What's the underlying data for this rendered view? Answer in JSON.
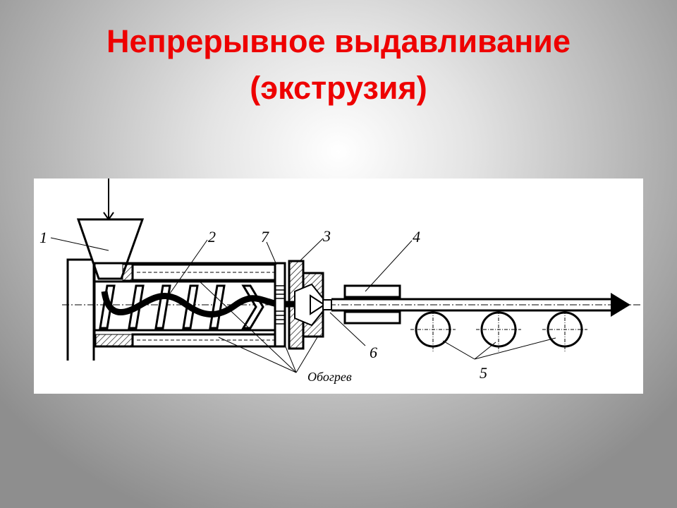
{
  "slide": {
    "title_line1": "Непрерывное выдавливание",
    "title_line2": "(экструзия)",
    "title_color": "#ee0000"
  },
  "diagram": {
    "description": "Схема экструдера: бункер, шнек в обогреваемом цилиндре, решётка, головка с фильерой, охлаждающее устройство, приёмные ролики",
    "labels": {
      "hopper": "1",
      "screw": "2",
      "head": "3",
      "cooling": "4",
      "rollers": "5",
      "die": "6",
      "grid": "7",
      "heating": "Обогрев"
    }
  }
}
